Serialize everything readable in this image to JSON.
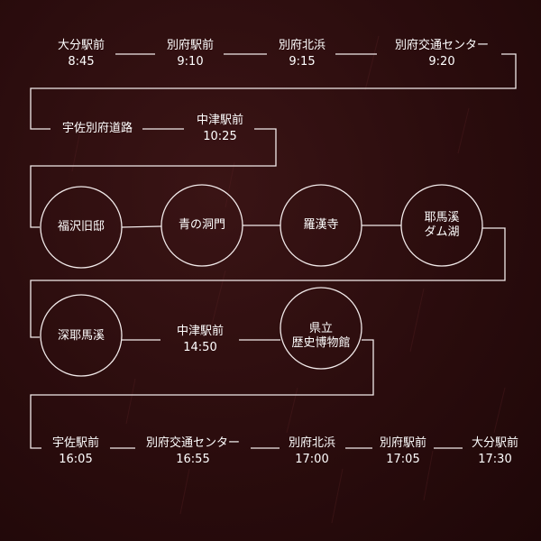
{
  "colors": {
    "background": "#2a0b0c",
    "line": "#f2eaea",
    "text": "#ffffff"
  },
  "row1": [
    {
      "name": "大分駅前",
      "time": "8:45"
    },
    {
      "name": "別府駅前",
      "time": "9:10"
    },
    {
      "name": "別府北浜",
      "time": "9:15"
    },
    {
      "name": "別府交通センター",
      "time": "9:20"
    }
  ],
  "row2": [
    {
      "name": "宇佐別府道路"
    },
    {
      "name": "中津駅前",
      "time": "10:25"
    }
  ],
  "row3": [
    {
      "name": "福沢旧邸"
    },
    {
      "name": "青の洞門"
    },
    {
      "name": "羅漢寺"
    },
    {
      "lines": [
        "耶馬溪",
        "ダム湖"
      ]
    }
  ],
  "row4": [
    {
      "name": "深耶馬溪"
    },
    {
      "name": "中津駅前",
      "time": "14:50"
    },
    {
      "lines": [
        "県立",
        "歴史博物館"
      ]
    }
  ],
  "row5": [
    {
      "name": "宇佐駅前",
      "time": "16:05"
    },
    {
      "name": "別府交通センター",
      "time": "16:55"
    },
    {
      "name": "別府北浜",
      "time": "17:00"
    },
    {
      "name": "別府駅前",
      "time": "17:05"
    },
    {
      "name": "大分駅前",
      "time": "17:30"
    }
  ]
}
